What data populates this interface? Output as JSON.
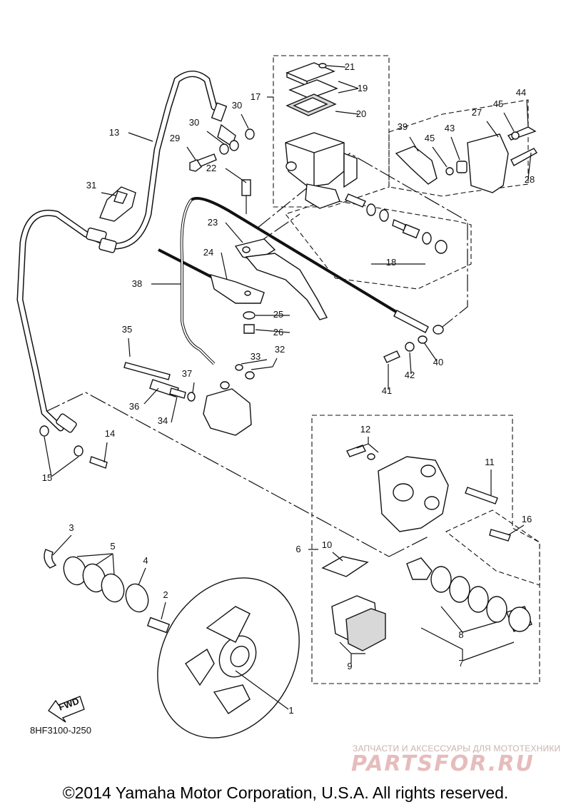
{
  "diagram": {
    "callouts": [
      {
        "id": "1",
        "text": "1"
      },
      {
        "id": "2",
        "text": "2"
      },
      {
        "id": "3",
        "text": "3"
      },
      {
        "id": "4",
        "text": "4"
      },
      {
        "id": "5",
        "text": "5"
      },
      {
        "id": "6",
        "text": "6"
      },
      {
        "id": "7",
        "text": "7"
      },
      {
        "id": "8",
        "text": "8"
      },
      {
        "id": "9",
        "text": "9"
      },
      {
        "id": "10",
        "text": "10"
      },
      {
        "id": "11",
        "text": "11"
      },
      {
        "id": "12",
        "text": "12"
      },
      {
        "id": "13",
        "text": "13"
      },
      {
        "id": "14",
        "text": "14"
      },
      {
        "id": "15",
        "text": "15"
      },
      {
        "id": "16",
        "text": "16"
      },
      {
        "id": "17",
        "text": "17"
      },
      {
        "id": "18",
        "text": "18"
      },
      {
        "id": "19",
        "text": "19"
      },
      {
        "id": "20",
        "text": "20"
      },
      {
        "id": "21",
        "text": "21"
      },
      {
        "id": "22",
        "text": "22"
      },
      {
        "id": "23",
        "text": "23"
      },
      {
        "id": "24",
        "text": "24"
      },
      {
        "id": "25",
        "text": "25"
      },
      {
        "id": "26",
        "text": "26"
      },
      {
        "id": "27",
        "text": "27"
      },
      {
        "id": "28",
        "text": "28"
      },
      {
        "id": "29",
        "text": "29"
      },
      {
        "id": "30a",
        "text": "30"
      },
      {
        "id": "30b",
        "text": "30"
      },
      {
        "id": "31",
        "text": "31"
      },
      {
        "id": "32",
        "text": "32"
      },
      {
        "id": "33",
        "text": "33"
      },
      {
        "id": "34",
        "text": "34"
      },
      {
        "id": "35",
        "text": "35"
      },
      {
        "id": "36",
        "text": "36"
      },
      {
        "id": "37",
        "text": "37"
      },
      {
        "id": "38",
        "text": "38"
      },
      {
        "id": "39",
        "text": "39"
      },
      {
        "id": "40",
        "text": "40"
      },
      {
        "id": "41",
        "text": "41"
      },
      {
        "id": "42",
        "text": "42"
      },
      {
        "id": "43",
        "text": "43"
      },
      {
        "id": "44",
        "text": "44"
      },
      {
        "id": "45a",
        "text": "45"
      },
      {
        "id": "45b",
        "text": "45"
      }
    ],
    "fwd_label": "FWD",
    "reference_code": "8HF3100-J250"
  },
  "watermark": {
    "shop_text": "ЗАПЧАСТИ И АКСЕССУАРЫ ДЛЯ МОТОТЕХНИКИ",
    "logo_text": "PARTSFOR.RU",
    "logo_color": "#e6bcbc"
  },
  "footer": {
    "copyright": "©2014 Yamaha Motor Corporation, U.S.A. All rights reserved."
  }
}
